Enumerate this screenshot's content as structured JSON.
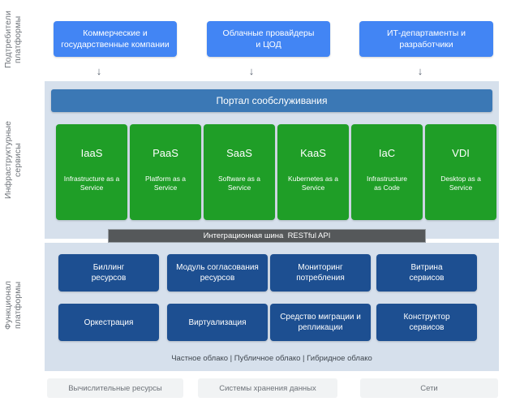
{
  "sections": {
    "consumers_label": "Подтребители\nплатформы",
    "infrastructure_label": "Инфраструктурные\nсервисы",
    "functions_label": "Функционал\nплатформы"
  },
  "consumers": [
    {
      "label": "Коммерческие и\nгосударственные компании",
      "arrow": "↓"
    },
    {
      "label": "Облачные провайдеры\nи ЦОД",
      "arrow": "↓"
    },
    {
      "label": "ИТ-департаменты и\nразработчики",
      "arrow": "↓"
    }
  ],
  "portal": {
    "label": "Портал сообслуживания"
  },
  "services": [
    {
      "title": "IaaS",
      "subtitle": "Infrastructure as a\nService"
    },
    {
      "title": "PaaS",
      "subtitle": "Platform as a\nService"
    },
    {
      "title": "SaaS",
      "subtitle": "Software as a\nService"
    },
    {
      "title": "KaaS",
      "subtitle": "Kubernetes as a\nService"
    },
    {
      "title": "IaC",
      "subtitle": "Infrastructure\nas Code"
    },
    {
      "title": "VDI",
      "subtitle": "Desktop as a\nService"
    }
  ],
  "integration_bus": {
    "label": "Интеграционная шина  RESTful API"
  },
  "functions": [
    {
      "label": "Биллинг\nресурсов"
    },
    {
      "label": "Модуль согласования\nресурсов"
    },
    {
      "label": "Мониторинг\nпотребления"
    },
    {
      "label": "Витрина\nсервисов"
    },
    {
      "label": "Оркестрация"
    },
    {
      "label": "Виртуализация"
    },
    {
      "label": "Средство миграции и\nрепликации"
    },
    {
      "label": "Конструктор\nсервисов"
    }
  ],
  "cloud_types": {
    "label": "Частное облако | Публичное облако | Гибридное облако"
  },
  "resources": [
    {
      "label": "Вычислительные ресурсы"
    },
    {
      "label": "Системы хранения данных"
    },
    {
      "label": "Сети"
    }
  ],
  "colors": {
    "consumer_blue": "#4285f4",
    "portal_blue": "#3b78b5",
    "service_green": "#1f9e27",
    "function_blue": "#1d4f91",
    "bus_gray": "#55585a",
    "panel_bg": "#d6e0ec",
    "resource_bg": "#f1f3f4"
  }
}
